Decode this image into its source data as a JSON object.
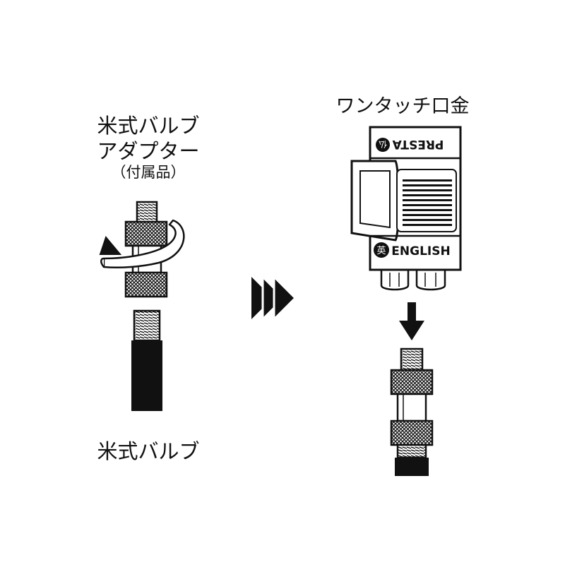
{
  "adapter": {
    "title_line1": "米式バルブ",
    "title_line2": "アダプター",
    "note": "（付属品）"
  },
  "valve": {
    "label": "米式バルブ"
  },
  "pump_head": {
    "label": "ワンタッチ口金",
    "mode_top": "PRESTA",
    "mode_top_badge": "仏",
    "mode_bottom": "ENGLISH",
    "mode_bottom_badge": "英"
  },
  "colors": {
    "ink": "#111111",
    "paper": "#ffffff",
    "shade": "#777777"
  }
}
